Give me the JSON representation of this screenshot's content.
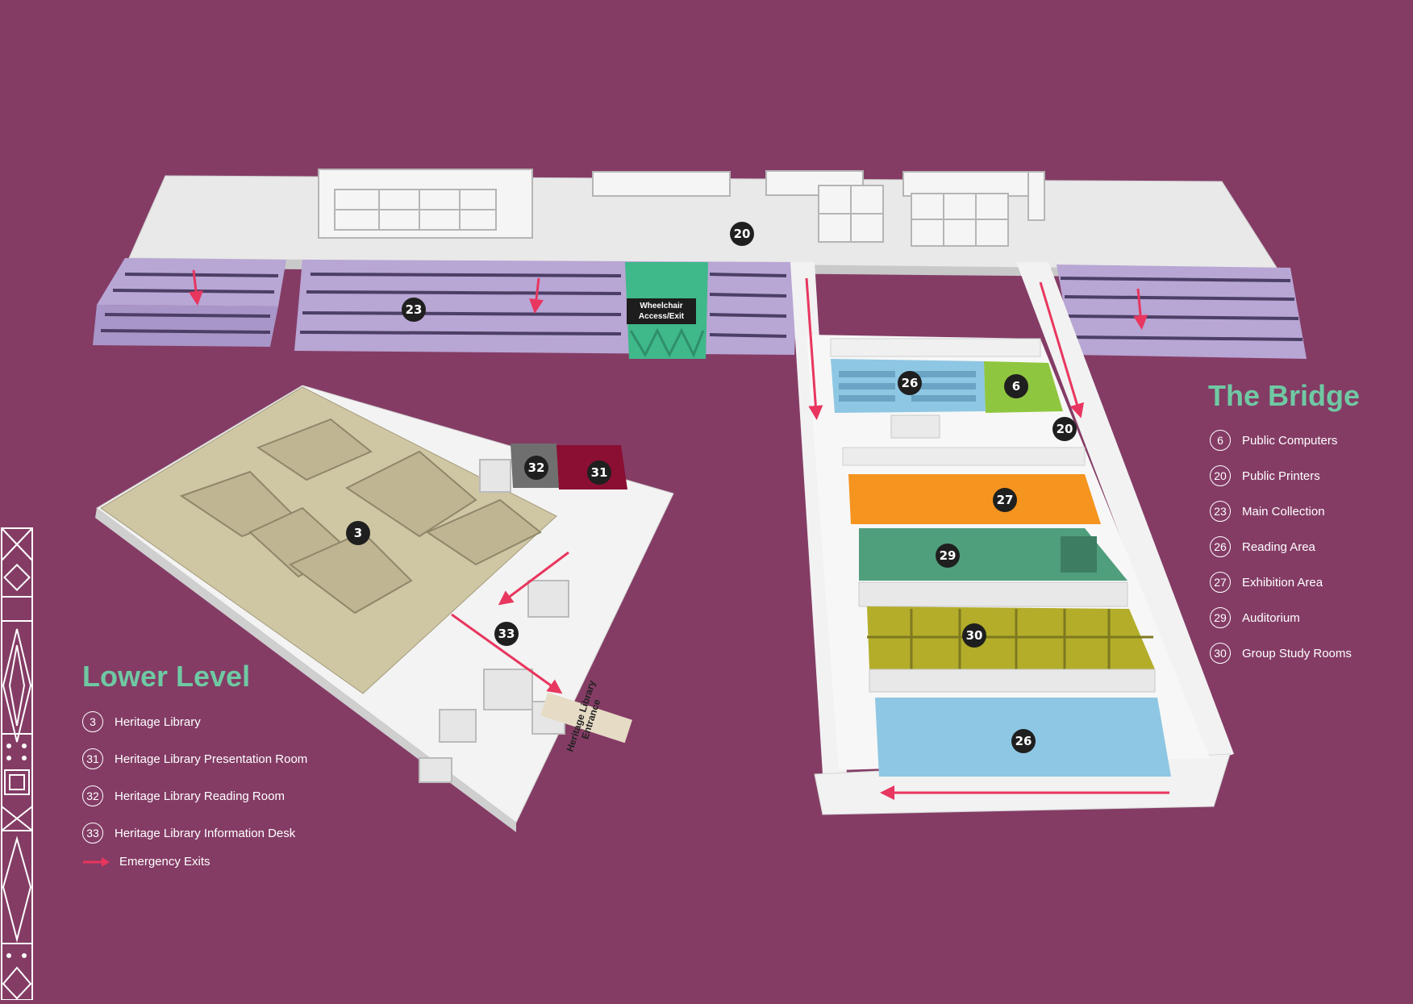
{
  "upper_level": {
    "title": "The Bridge",
    "legend": [
      {
        "num": "6",
        "label": "Public Computers"
      },
      {
        "num": "20",
        "label": "Public Printers"
      },
      {
        "num": "23",
        "label": "Main Collection"
      },
      {
        "num": "26",
        "label": "Reading Area"
      },
      {
        "num": "27",
        "label": "Exhibition Area"
      },
      {
        "num": "29",
        "label": "Auditorium"
      },
      {
        "num": "30",
        "label": "Group Study Rooms"
      }
    ]
  },
  "lower_level": {
    "title": "Lower Level",
    "legend": [
      {
        "num": "3",
        "label": "Heritage Library"
      },
      {
        "num": "31",
        "label": "Heritage Library Presentation Room"
      },
      {
        "num": "32",
        "label": "Heritage Library Reading Room"
      },
      {
        "num": "33",
        "label": "Heritage Library Information Desk"
      }
    ],
    "emergency_label": "Emergency Exits"
  },
  "map_labels": {
    "wheelchair_line1": "Wheelchair",
    "wheelchair_line2": "Access/Exit",
    "entrance_line1": "Heritage Library",
    "entrance_line2": "Entrance"
  },
  "markers": {
    "m20a": "20",
    "m23": "23",
    "m26a": "26",
    "m6": "6",
    "m20b": "20",
    "m27": "27",
    "m29": "29",
    "m30": "30",
    "m26b": "26",
    "m3": "3",
    "m32": "32",
    "m31": "31",
    "m33": "33"
  },
  "colors": {
    "background": "#843c65",
    "accent_title": "#6fc9a3",
    "emergency_arrow": "#e8365f",
    "reading_area": "#8ec7e3",
    "public_computers": "#8fc63f",
    "exhibition_area": "#f5941f",
    "auditorium": "#4f9e7c",
    "group_study": "#b3ad2a",
    "main_collection": "#b8a6d4",
    "wheelchair": "#3fb88a",
    "heritage_library": "#cfc6a4",
    "presentation_room": "#8b0f33",
    "reading_room": "#6f6f6f"
  }
}
